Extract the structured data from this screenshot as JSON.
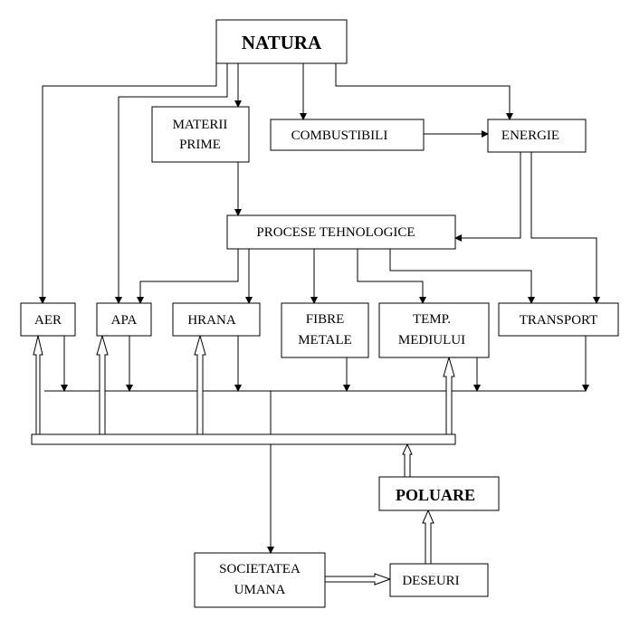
{
  "nodes": {
    "natura": "NATURA",
    "materii_prime": [
      "MATERII",
      "PRIME"
    ],
    "combustibili": "COMBUSTIBILI",
    "energie": "ENERGIE",
    "procese": "PROCESE TEHNOLOGICE",
    "aer": "AER",
    "apa": "APA",
    "hrana": "HRANA",
    "fibre_metale": [
      "FIBRE",
      "METALE"
    ],
    "temp_mediului": [
      "TEMP.",
      "MEDIULUI"
    ],
    "transport": "TRANSPORT",
    "poluare": "POLUARE",
    "societatea": [
      "SOCIETATEA",
      "UMANA"
    ],
    "deseuri": "DESEURI"
  }
}
